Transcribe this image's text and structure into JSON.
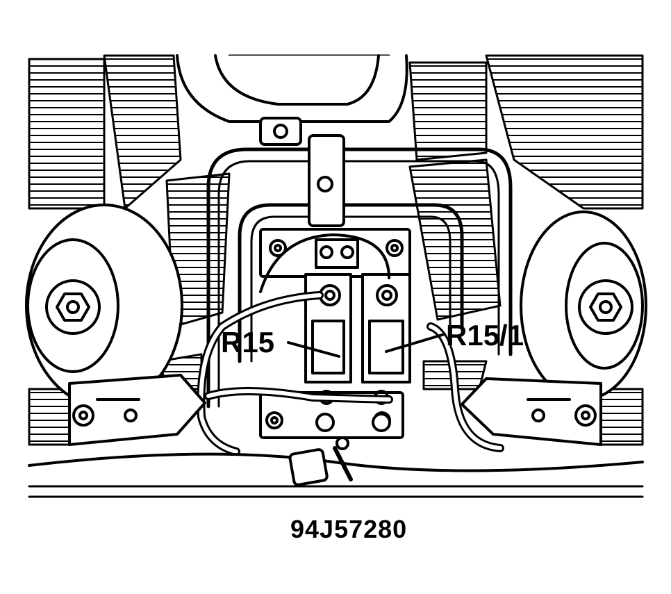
{
  "labels": {
    "r15": "R15",
    "r15_1": "R15/1"
  },
  "caption": "94J57280",
  "colors": {
    "line": "#000000",
    "background": "#ffffff"
  }
}
